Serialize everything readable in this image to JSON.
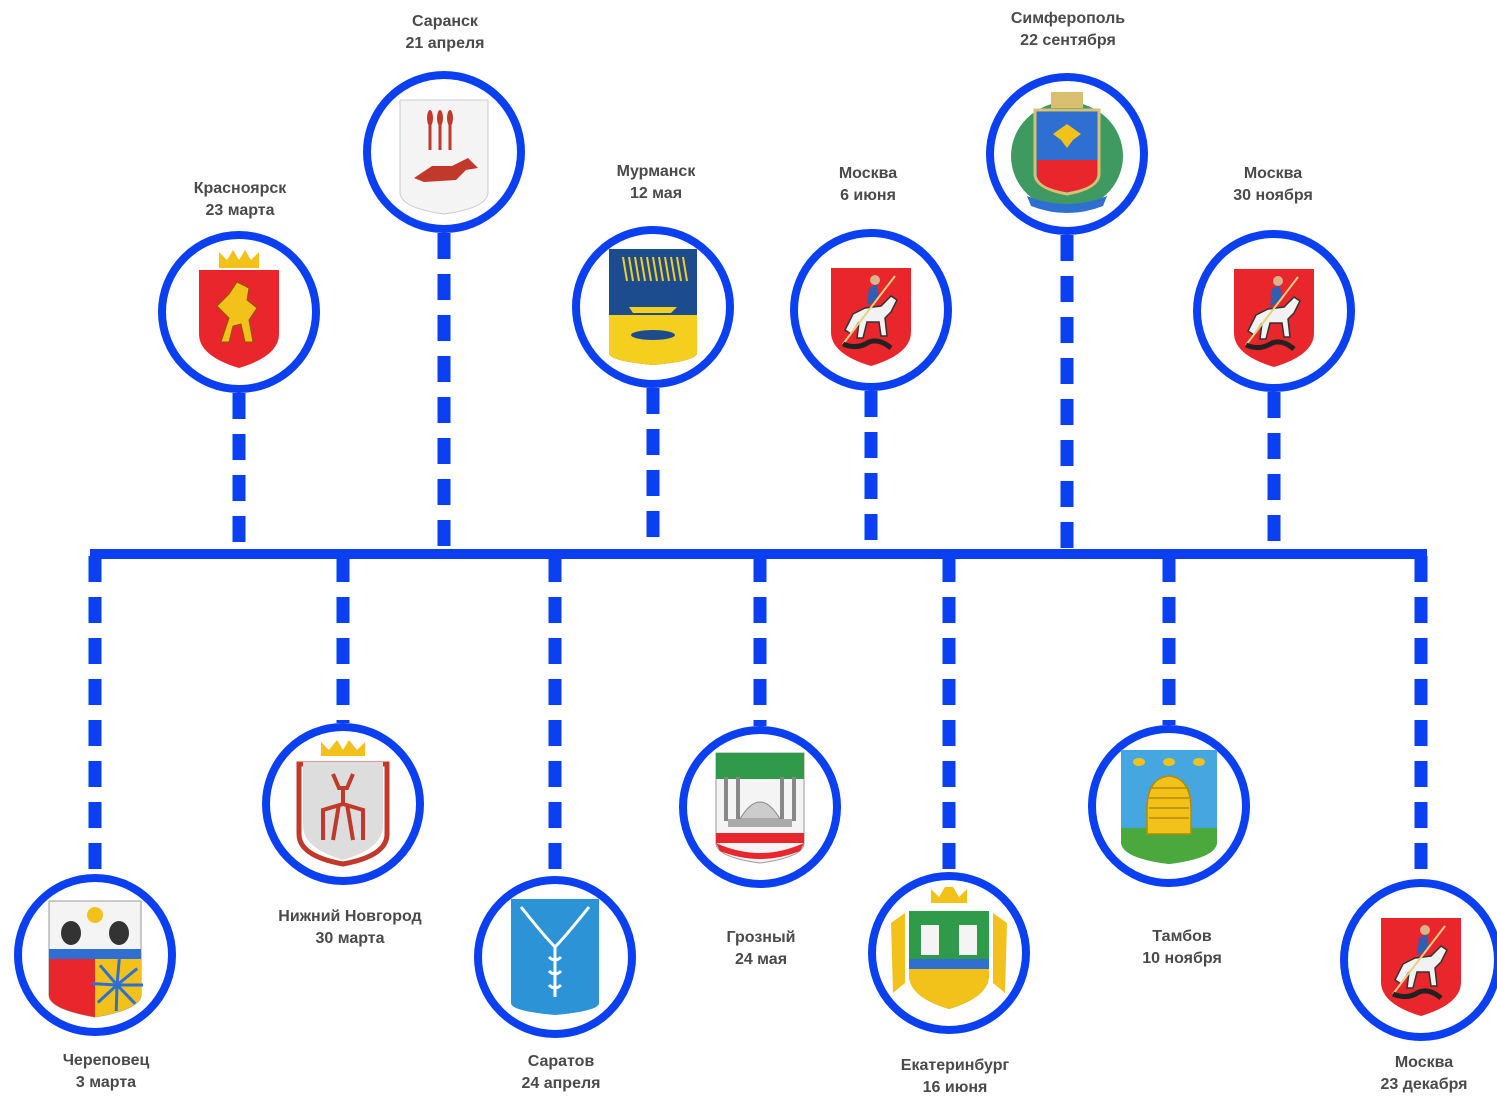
{
  "accent_color": "#0a3ff2",
  "events": [
    {
      "city": "Красноярск",
      "date": "23 марта",
      "row": "top",
      "emblem": "krasnoyarsk-coat-of-arms"
    },
    {
      "city": "Саранск",
      "date": "21 апреля",
      "row": "top",
      "emblem": "saransk-coat-of-arms"
    },
    {
      "city": "Мурманск",
      "date": "12 мая",
      "row": "top",
      "emblem": "murmansk-coat-of-arms"
    },
    {
      "city": "Москва",
      "date": "6 июня",
      "row": "top",
      "emblem": "moscow-coat-of-arms"
    },
    {
      "city": "Симферополь",
      "date": "22 сентября",
      "row": "top",
      "emblem": "simferopol-coat-of-arms"
    },
    {
      "city": "Москва",
      "date": "30 ноября",
      "row": "top",
      "emblem": "moscow-coat-of-arms"
    },
    {
      "city": "Череповец",
      "date": "3 марта",
      "row": "bottom",
      "emblem": "cherepovets-coat-of-arms"
    },
    {
      "city": "Нижний Новгород",
      "date": "30 марта",
      "row": "bottom",
      "emblem": "nizhny-novgorod-coat-of-arms"
    },
    {
      "city": "Саратов",
      "date": "24 апреля",
      "row": "bottom",
      "emblem": "saratov-coat-of-arms"
    },
    {
      "city": "Грозный",
      "date": "24 мая",
      "row": "bottom",
      "emblem": "grozny-coat-of-arms"
    },
    {
      "city": "Екатеринбург",
      "date": "16 июня",
      "row": "bottom",
      "emblem": "yekaterinburg-coat-of-arms"
    },
    {
      "city": "Тамбов",
      "date": "10 ноября",
      "row": "bottom",
      "emblem": "tambov-coat-of-arms"
    },
    {
      "city": "Москва",
      "date": "23 декабря",
      "row": "bottom",
      "emblem": "moscow-coat-of-arms"
    }
  ]
}
